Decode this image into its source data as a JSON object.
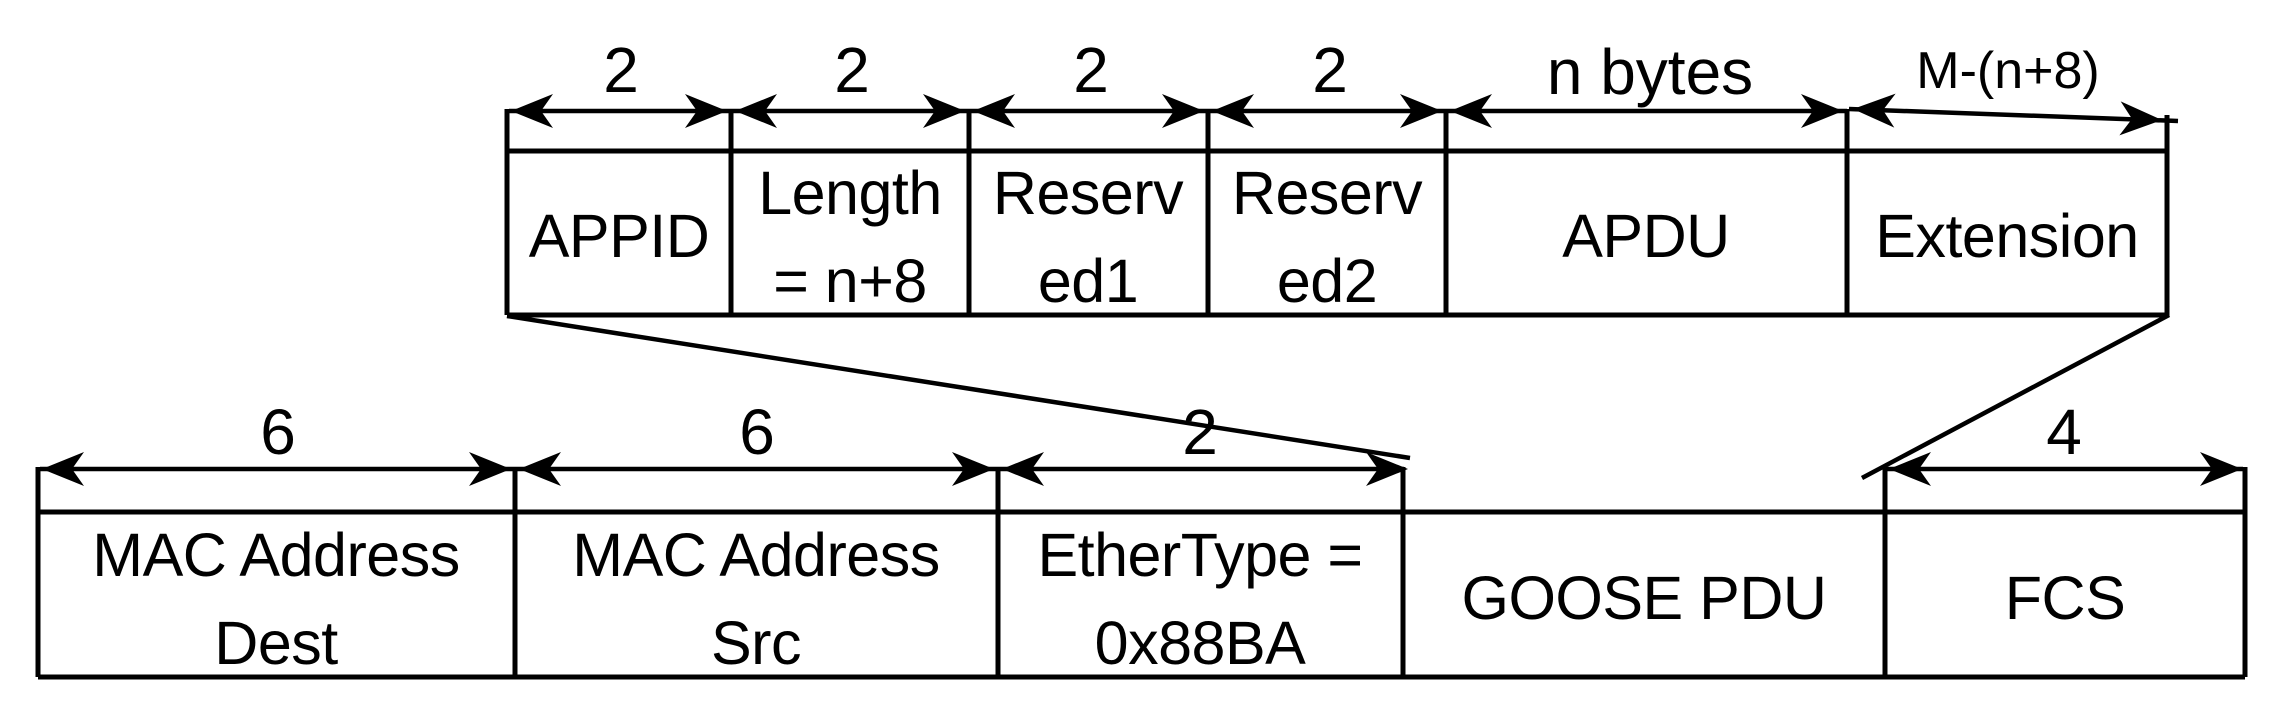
{
  "apdu_row": {
    "fields": [
      {
        "size": "2",
        "line1": "APPID",
        "line2": ""
      },
      {
        "size": "2",
        "line1": "Length",
        "line2": "= n+8"
      },
      {
        "size": "2",
        "line1": "Reserv",
        "line2": "ed1"
      },
      {
        "size": "2",
        "line1": "Reserv",
        "line2": "ed2"
      },
      {
        "size": "n bytes",
        "line1": "APDU",
        "line2": ""
      },
      {
        "size": "M-(n+8)",
        "line1": "Extension",
        "line2": ""
      }
    ]
  },
  "frame_row": {
    "fields": [
      {
        "size": "6",
        "line1": "MAC Address",
        "line2": "Dest"
      },
      {
        "size": "6",
        "line1": "MAC Address",
        "line2": "Src"
      },
      {
        "size": "2",
        "line1": "EtherType =",
        "line2": "0x88BA"
      },
      {
        "size": "",
        "line1": "GOOSE PDU",
        "line2": ""
      },
      {
        "size": "4",
        "line1": "FCS",
        "line2": ""
      }
    ]
  },
  "colors": {
    "line": "#000000",
    "background": "#ffffff"
  }
}
